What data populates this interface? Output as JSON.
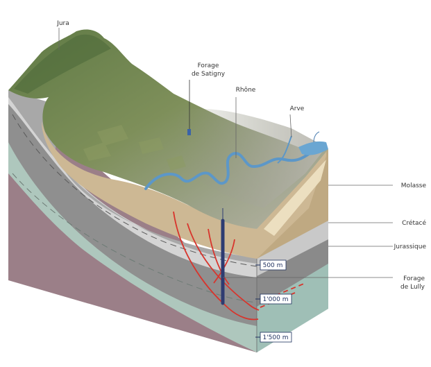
{
  "labels": {
    "jura": "Jura",
    "forage_satigny_1": "Forage",
    "forage_satigny_2": "de Satigny",
    "rhone": "Rhône",
    "arve": "Arve",
    "molasse": "Molasse",
    "cretace": "Crétacé",
    "jurassique": "Jurassique",
    "forage_lully_1": "Forage",
    "forage_lully_2": "de Lully"
  },
  "depth_markers": [
    "500 m",
    "1'000 m",
    "1'500 m"
  ],
  "colors": {
    "molasse": "#cdb894",
    "cretace": "#d6d6d6",
    "jurassique": "#9a9a9a",
    "green_layer": "#aec7bd",
    "deep_layer": "#9b7f88",
    "water": "#6aa6d2",
    "well": "#2e3c72",
    "faults": "#d8342c",
    "terrain": "#6f8451"
  }
}
